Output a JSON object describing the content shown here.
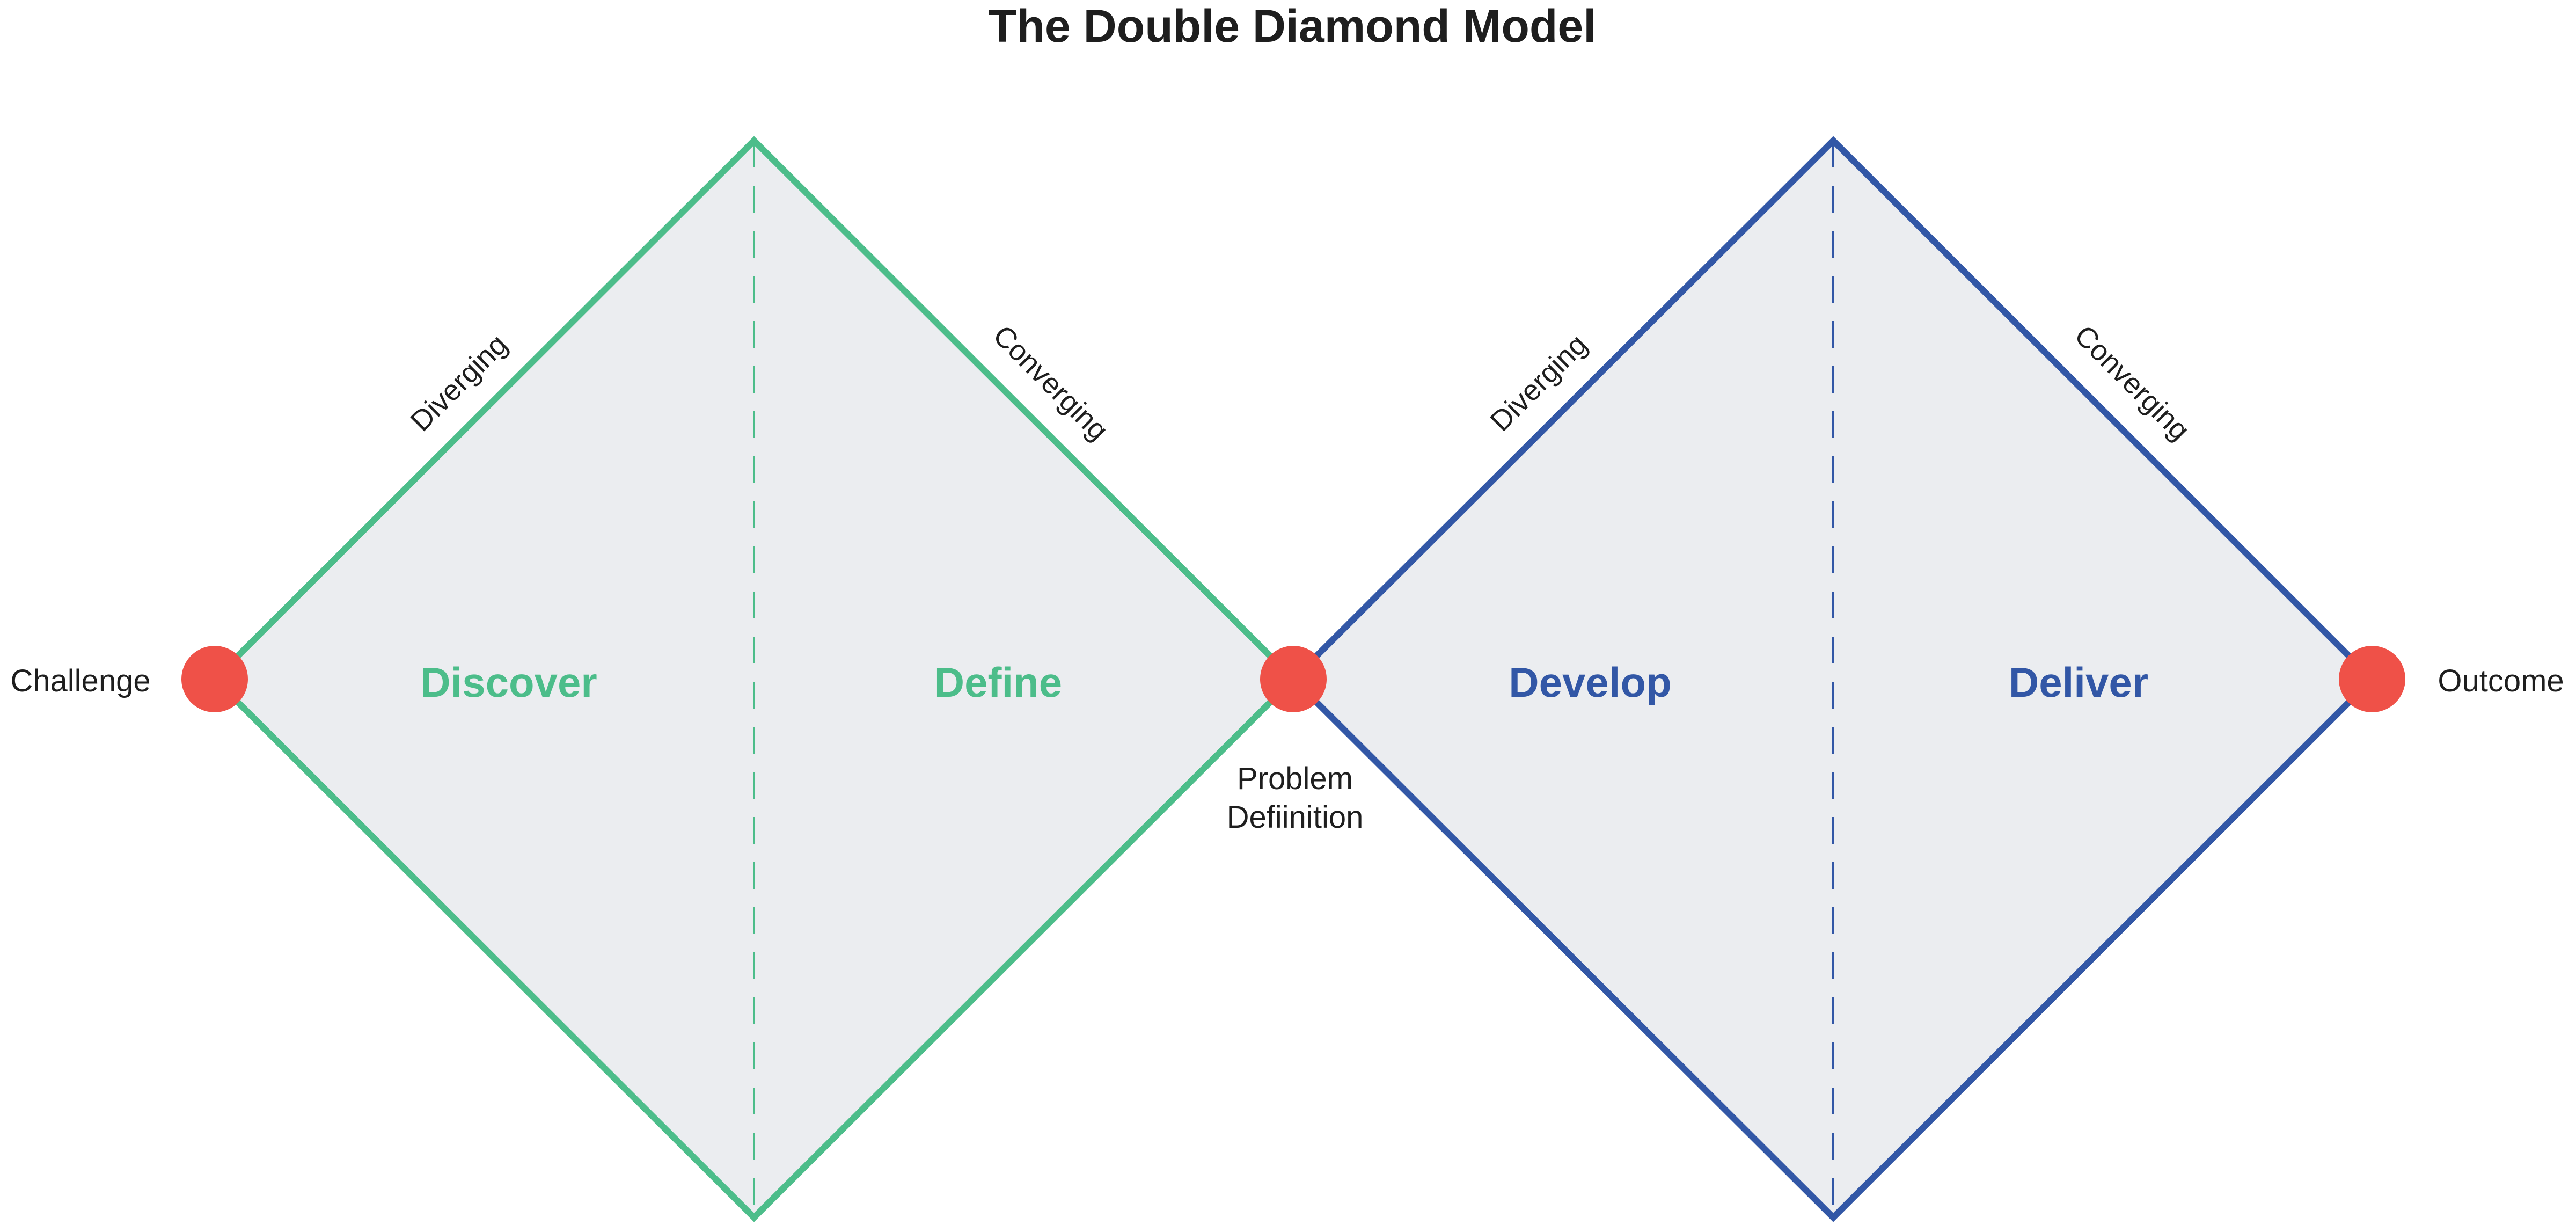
{
  "title": "The Double Diamond Model",
  "colors": {
    "green": "#4cbd8a",
    "blue": "#3257a6",
    "fill": "#ebedf0",
    "node": "#ef5148",
    "text": "#1e1e1e"
  },
  "diamonds": [
    {
      "color_key": "green",
      "left_phase": "Discover",
      "right_phase": "Define",
      "left_mode": "Diverging",
      "right_mode": "Converging"
    },
    {
      "color_key": "blue",
      "left_phase": "Develop",
      "right_phase": "Deliver",
      "left_mode": "Diverging",
      "right_mode": "Converging"
    }
  ],
  "nodes": {
    "start": "Challenge",
    "middle_line1": "Problem",
    "middle_line2": "Defiinition",
    "end": "Outcome"
  }
}
